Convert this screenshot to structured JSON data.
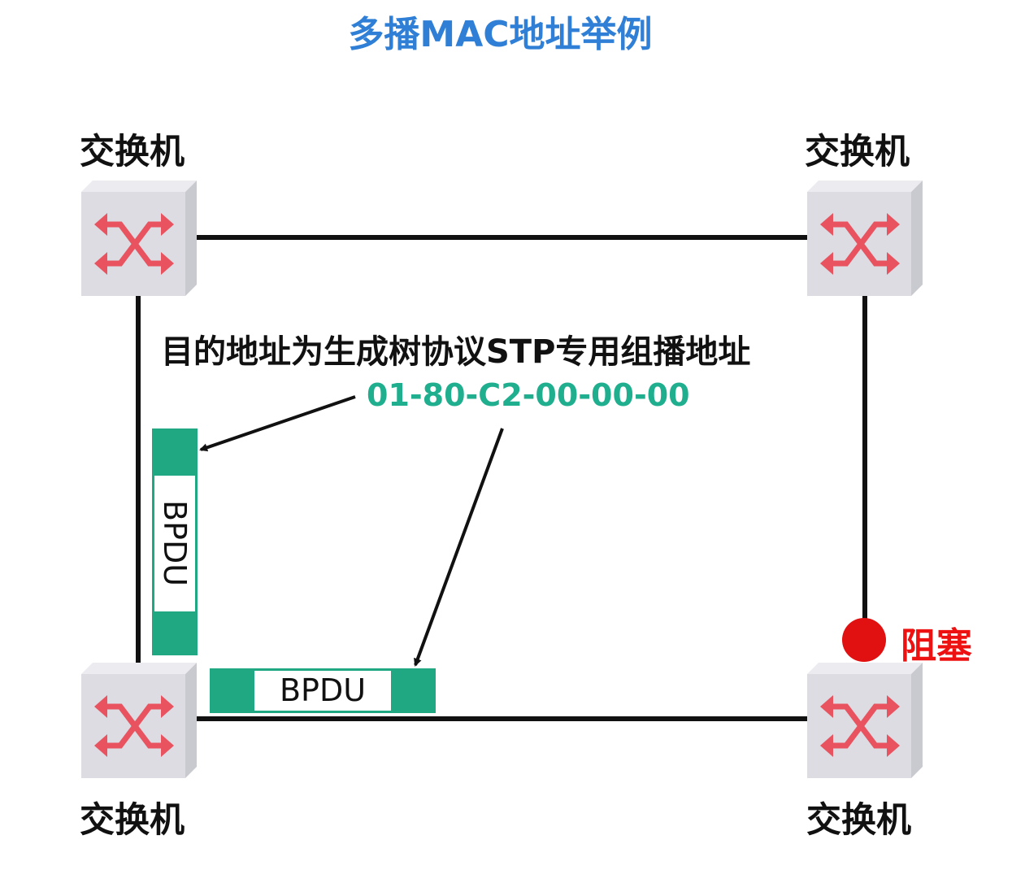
{
  "title": "多播MAC地址举例",
  "switches": [
    {
      "label": "交换机"
    },
    {
      "label": "交换机"
    },
    {
      "label": "交换机"
    },
    {
      "label": "交换机",
      "state": "阻塞"
    }
  ],
  "description": "目的地址为生成树协议STP专用组播地址",
  "address": "01-80-C2-00-00-00",
  "frames": [
    {
      "label": "BPDU"
    },
    {
      "label": "BPDU"
    }
  ],
  "blocked_label": "阻塞",
  "colors": {
    "title": "#2f7fd6",
    "address": "#1fae8e",
    "frame": "#1fa882",
    "blocked": "#e11111",
    "switch_arrow": "#e8535f"
  }
}
